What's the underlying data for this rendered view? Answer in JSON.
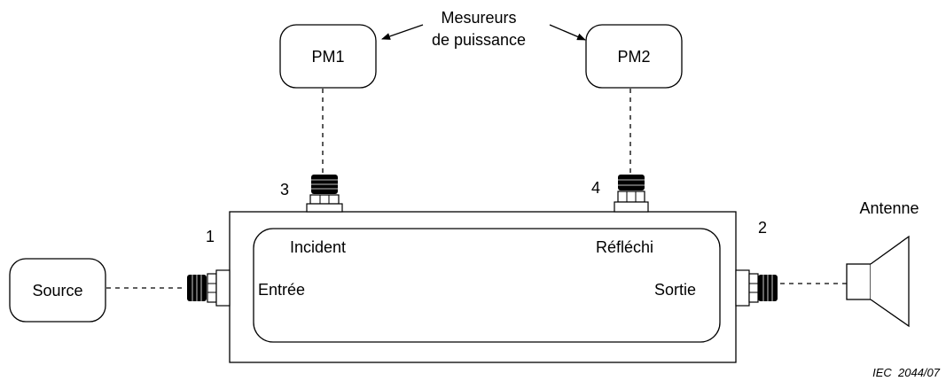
{
  "power_meters": {
    "caption_line1": "Mesureurs",
    "caption_line2": "de puissance",
    "pm1": "PM1",
    "pm2": "PM2"
  },
  "source": "Source",
  "antenna": "Antenne",
  "coupler": {
    "incident": "Incident",
    "reflected": "Réfléchi",
    "input": "Entrée",
    "output": "Sortie"
  },
  "ports": {
    "p1": "1",
    "p2": "2",
    "p3": "3",
    "p4": "4"
  },
  "reference": "IEC  2044/07"
}
